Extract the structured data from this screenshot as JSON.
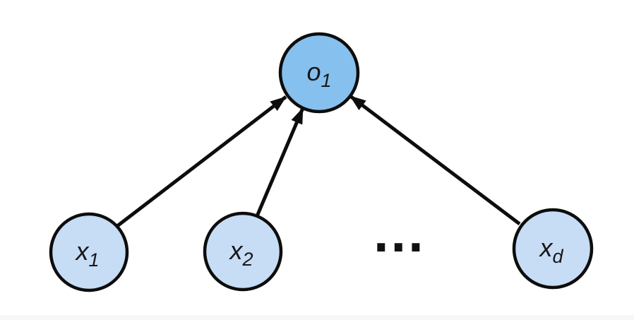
{
  "diagram": {
    "type": "graph",
    "description_visible_text_only": true,
    "ellipsis": "...",
    "nodes": [
      {
        "id": "o1",
        "role": "output",
        "label_main": "o",
        "label_sub": "1"
      },
      {
        "id": "x1",
        "role": "input",
        "label_main": "x",
        "label_sub": "1"
      },
      {
        "id": "x2",
        "role": "input",
        "label_main": "x",
        "label_sub": "2"
      },
      {
        "id": "xd",
        "role": "input",
        "label_main": "x",
        "label_sub": "d"
      }
    ],
    "edges": [
      {
        "from": "x1",
        "to": "o1",
        "arrow": "triangle"
      },
      {
        "from": "x2",
        "to": "o1",
        "arrow": "triangle"
      },
      {
        "from": "xd",
        "to": "o1",
        "arrow": "triangle"
      }
    ],
    "colors": {
      "output_node_fill": "#86c0ef",
      "input_node_fill": "#c7dcf5",
      "stroke": "#0d0d0d",
      "label": "#171717",
      "background": "#ffffff",
      "bottom_strip": "#f7f7f7"
    }
  }
}
